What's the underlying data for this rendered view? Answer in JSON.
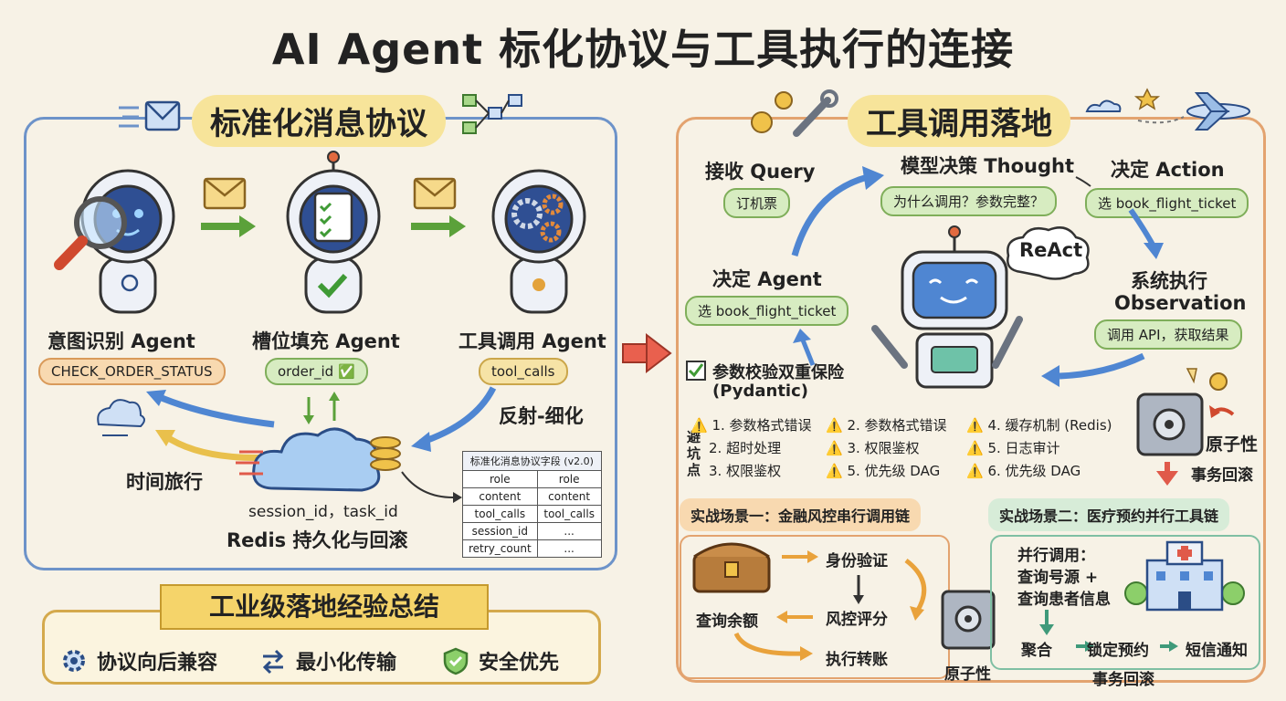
{
  "title": "AI Agent 标化协议与工具执行的连接",
  "left": {
    "section_title": "标准化消息协议",
    "agents": [
      {
        "label": "意图识别 Agent",
        "tag": "CHECK_ORDER_STATUS"
      },
      {
        "label": "槽位填充 Agent",
        "tag": "order_id ✅"
      },
      {
        "label": "工具调用 Agent",
        "tag": "tool_calls"
      }
    ],
    "reflect": "反射-细化",
    "time_travel": "时间旅行",
    "session": "session_id，task_id",
    "redis": "Redis 持久化与回滚",
    "table": {
      "header": "标准化消息协议字段 (v2.0)",
      "rows": [
        [
          "role",
          "role"
        ],
        [
          "content",
          "content"
        ],
        [
          "tool_calls",
          "tool_calls"
        ],
        [
          "session_id",
          "..."
        ],
        [
          "retry_count",
          "..."
        ]
      ]
    }
  },
  "summary": {
    "banner": "工业级落地经验总结",
    "items": [
      "协议向后兼容",
      "最小化传输",
      "安全优先"
    ]
  },
  "right": {
    "section_title": "工具调用落地",
    "receive_query": "接收 Query",
    "query_tag": "订机票",
    "model_decision": "模型决策 Thought",
    "thought_tag": "为什么调用？参数完整？",
    "decide_action": "决定 Action",
    "action_tag": "选 book_flight_ticket",
    "decide_agent": "决定 Agent",
    "agent_tag": "选 book_flight_ticket",
    "react": "ReAct",
    "system_exec": "系统执行",
    "observation": "Observation",
    "obs_tag": "调用 API，获取结果",
    "param_check": "参数校验双重保险",
    "pydantic": "(Pydantic)",
    "pitfall_label": [
      "避",
      "坑",
      "点"
    ],
    "pitfalls": [
      [
        "1. 参数格式错误",
        "2. 参数格式错误",
        "4. 缓存机制 (Redis)"
      ],
      [
        "2. 超时处理",
        "3. 权限鉴权",
        "5. 日志审计"
      ],
      [
        "3. 权限鉴权",
        "5. 优先级 DAG",
        "6. 优先级 DAG"
      ]
    ],
    "atomicity": "原子性",
    "tx_rollback": "事务回滚",
    "scene1": {
      "title": "实战场景一：金融风控串行调用链",
      "steps": [
        "身份验证",
        "风控评分",
        "查询余额",
        "执行转账"
      ],
      "atomicity": "原子性"
    },
    "scene2": {
      "title": "实战场景二：医疗预约并行工具链",
      "parallel_title": "并行调用：",
      "parallel_lines": [
        "查询号源 +",
        "查询患者信息"
      ],
      "chain": [
        "聚合",
        "锁定预约",
        "短信通知"
      ],
      "rollback": "事务回滚"
    }
  },
  "colors": {
    "blue_border": "#6d93c9",
    "orange_border": "#e3a36f",
    "accent_yellow": "#f7e49a",
    "green": "#7fae5a"
  }
}
